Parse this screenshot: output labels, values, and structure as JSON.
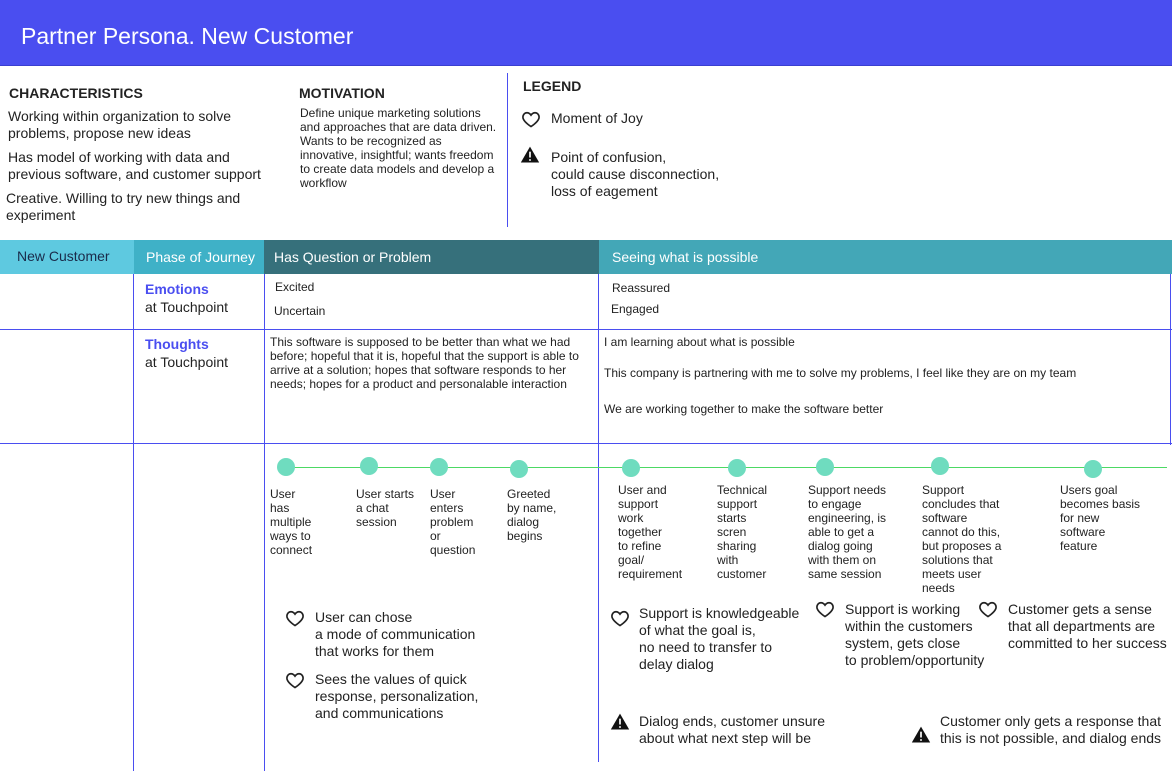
{
  "header": {
    "title": "Partner Persona. New Customer"
  },
  "characteristics": {
    "heading": "CHARACTERISTICS",
    "items": [
      "Working within organization to solve problems, propose new ideas",
      "Has model of working with data and previous software, and customer support",
      "Creative. Willing to try new things and experiment"
    ]
  },
  "motivation": {
    "heading": "MOTIVATION",
    "text": "Define unique marketing solutions and approaches that are data driven.  Wants to be recognized as innovative, insightful; wants freedom to create data models and develop a workflow"
  },
  "legend": {
    "heading": "LEGEND",
    "joy": "Moment of Joy",
    "confusion": "Point of confusion,\ncould cause disconnection,\nloss of eagement"
  },
  "colors": {
    "header": "#4a4ef0",
    "band_light": "#5ec9e0",
    "band_mid": "#3fb1c7",
    "band_dark": "#36707b",
    "band_right": "#43a7b7",
    "dot": "#6fdcbf",
    "line": "#4cd964"
  },
  "journey": {
    "persona_label": "New Customer",
    "phase_label": "Phase of Journey",
    "phase1": "Has Question or Problem",
    "phase2": "Seeing what is possible",
    "emotions_label": "Emotions",
    "emotions_sub": "at Touchpoint",
    "thoughts_label": "Thoughts",
    "thoughts_sub": "at Touchpoint",
    "emotions_p1": [
      "Excited",
      "Uncertain"
    ],
    "emotions_p2": [
      "Reassured",
      "Engaged"
    ],
    "thoughts_p1": "This software is supposed to be better than what we had before; hopeful that it is, hopeful that the support is able to arrive at a solution; hopes that software responds to her needs; hopes for a product and personalable interaction",
    "thoughts_p2": [
      "I am learning about what is possible",
      "This company is partnering with me to solve my problems, I feel like they are on my team",
      "We are working together to make the software better"
    ]
  },
  "steps": [
    "User\nhas\nmultiple\nways to\nconnect",
    "User starts\na chat\nsession",
    "User\nenters\nproblem\nor\nquestion",
    "Greeted\nby name,\ndialog\nbegins",
    "User and\nsupport\nwork\ntogether\nto refine\ngoal/\nrequirement",
    "Technical\nsupport\nstarts\nscren\nsharing\nwith\ncustomer",
    "Support needs\nto engage\nengineering, is\nable to get a\ndialog going\nwith them on\nsame session",
    "Support\nconcludes that\nsoftware\ncannot do this,\nbut proposes a\nsolutions that\nmeets user\nneeds",
    "Users goal\nbecomes basis\nfor new\nsoftware\nfeature"
  ],
  "moments": {
    "joy1": "User can chose\na mode of communication\nthat works for them",
    "joy2": "Sees the values of quick\nresponse, personalization,\nand communications",
    "joy3": "Support is knowledgeable\nof what the goal is,\nno need to transfer to\ndelay dialog",
    "joy4": "Support is working\nwithin the customers\nsystem, gets close\nto problem/opportunity",
    "joy5": "Customer gets a sense\nthat all departments are\ncommitted to her success",
    "warn1": "Dialog ends, customer unsure\nabout what next step will be",
    "warn2": "Customer only gets a response that\nthis is not possible, and dialog ends"
  }
}
